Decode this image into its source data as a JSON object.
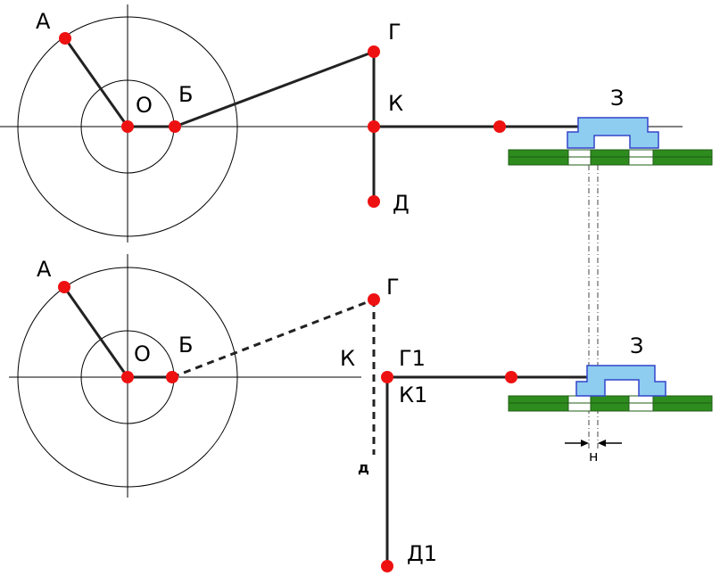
{
  "top": {
    "labels": {
      "a": "А",
      "o": "О",
      "b": "Б",
      "g": "Г",
      "k": "К",
      "d": "Д",
      "z": "З"
    }
  },
  "bottom": {
    "labels": {
      "a": "А",
      "o": "О",
      "b": "Б",
      "g": "Г",
      "k": "К",
      "g1": "Г1",
      "k1": "К1",
      "d": "д",
      "d1": "Д1",
      "z": "З",
      "n": "н"
    }
  },
  "colors": {
    "point": "#ee1111",
    "rail": "#2e8b1e",
    "slider": "#8ecdf0",
    "slider_border": "#3344cc"
  }
}
